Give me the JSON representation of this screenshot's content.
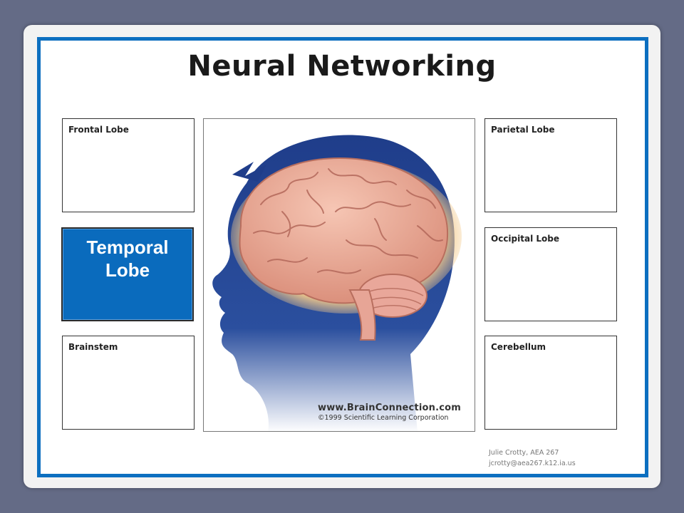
{
  "title": "Neural Networking",
  "boxes": {
    "frontal": "Frontal Lobe",
    "temporal": "Temporal Lobe",
    "brainstem": "Brainstem",
    "parietal": "Parietal Lobe",
    "occipital": "Occipital Lobe",
    "cerebellum": "Cerebellum"
  },
  "image_credit": {
    "site": "www.BrainConnection.com",
    "copyright": "©1999 Scientific Learning Corporation"
  },
  "author": {
    "name": "Julie Crotty, AEA 267",
    "email": "jcrotty@aea267.k12.ia.us"
  },
  "colors": {
    "frame": "#0c6fc0",
    "highlight": "#0a6bbd",
    "background": "#646b86"
  }
}
